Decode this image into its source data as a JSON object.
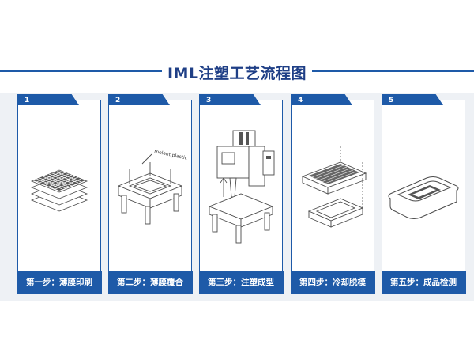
{
  "title": "IML注塑工艺流程图",
  "steps": [
    {
      "number": "1",
      "label": "第一步：薄膜印刷"
    },
    {
      "number": "2",
      "label": "第二步：薄膜覆合",
      "annotation": "molent plastic"
    },
    {
      "number": "3",
      "label": "第三步：注塑成型"
    },
    {
      "number": "4",
      "label": "第四步：冷却脱模"
    },
    {
      "number": "5",
      "label": "第五步：成品检测"
    }
  ],
  "colors": {
    "accent": "#1e5aa8",
    "title": "#1f3f86",
    "band": "#eef1f5",
    "line": "#4a4a4a"
  }
}
